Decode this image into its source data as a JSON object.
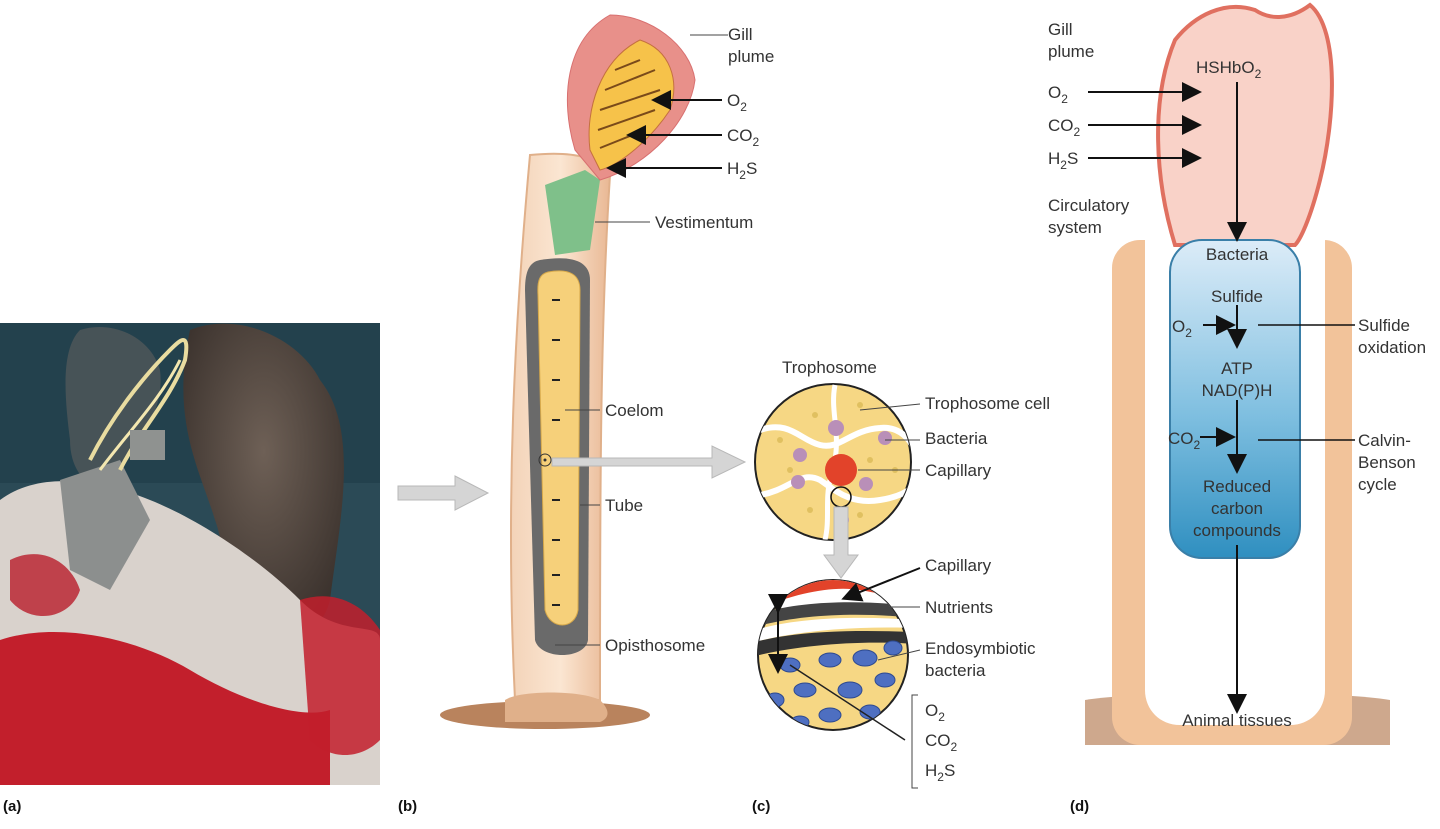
{
  "panel_labels": {
    "a": "(a)",
    "b": "(b)",
    "c": "(c)",
    "d": "(d)"
  },
  "panel_b": {
    "gill_plume_1": "Gill",
    "gill_plume_2": "plume",
    "o2": "O",
    "o2_sub": "2",
    "co2": "CO",
    "co2_sub": "2",
    "h2s_h": "H",
    "h2s_sub": "2",
    "h2s_s": "S",
    "vestimentum": "Vestimentum",
    "coelom": "Coelom",
    "tube": "Tube",
    "opisthosome": "Opisthosome"
  },
  "panel_c": {
    "trophosome": "Trophosome",
    "trophosome_cell": "Trophosome cell",
    "bacteria": "Bacteria",
    "capillary": "Capillary",
    "capillary_2": "Capillary",
    "nutrients": "Nutrients",
    "endosymbiotic_1": "Endosymbiotic",
    "endosymbiotic_2": "bacteria",
    "o2": "O",
    "o2_sub": "2",
    "co2": "CO",
    "co2_sub": "2",
    "h2s_h": "H",
    "h2s_sub": "2",
    "h2s_s": "S"
  },
  "panel_d": {
    "gill_plume_1": "Gill",
    "gill_plume_2": "plume",
    "hshbo2": "HSHbO",
    "hshbo2_sub": "2",
    "o2": "O",
    "o2_sub": "2",
    "co2": "CO",
    "co2_sub": "2",
    "h2s_h": "H",
    "h2s_sub": "2",
    "h2s_s": "S",
    "circulatory_1": "Circulatory",
    "circulatory_2": "system",
    "bacteria": "Bacteria",
    "sulfide": "Sulfide",
    "inner_o2": "O",
    "inner_o2_sub": "2",
    "atp": "ATP",
    "nadph": "NAD(P)H",
    "inner_co2": "CO",
    "inner_co2_sub": "2",
    "reduced_1": "Reduced",
    "reduced_2": "carbon",
    "reduced_3": "compounds",
    "sulfide_ox_1": "Sulfide",
    "sulfide_ox_2": "oxidation",
    "calvin_1": "Calvin-",
    "calvin_2": "Benson",
    "calvin_3": "cycle",
    "animal_tissues": "Animal tissues"
  },
  "colors": {
    "tube": "#f2c39a",
    "plume": "#e8908a",
    "vestimentum": "#7fc08a",
    "trophosome": "#f6d07a",
    "bacteria_box": "#4aa0cc",
    "capillary": "#e2432a",
    "bacteria_dot": "#4e6fc1"
  }
}
